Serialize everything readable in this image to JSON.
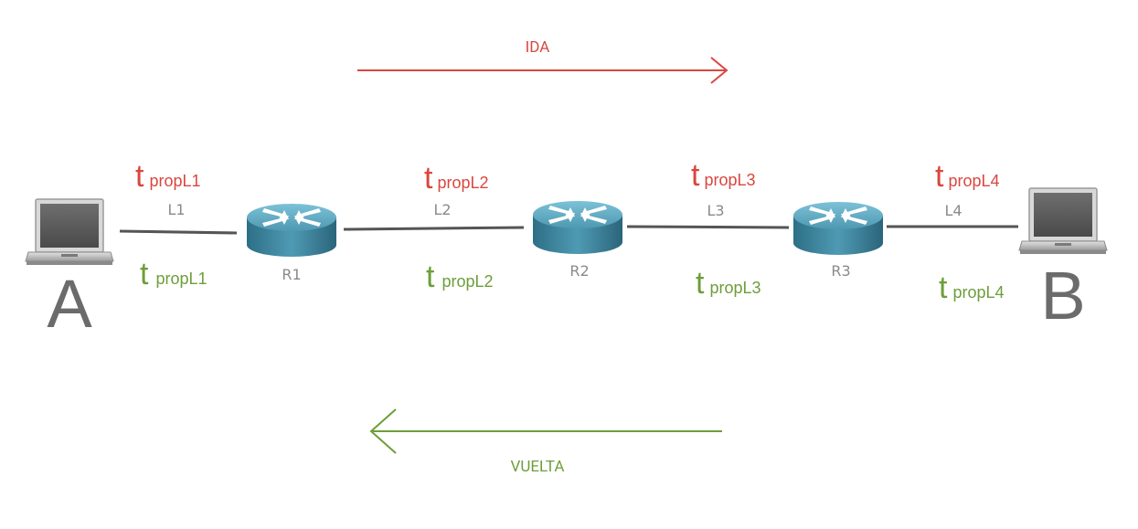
{
  "arrows": {
    "forward_label": "IDA",
    "return_label": "VUELTA",
    "forward_color": "#d9473f",
    "return_color": "#6d9e3a"
  },
  "hosts": {
    "a_label": "A",
    "b_label": "B"
  },
  "routers": [
    {
      "label": "R1"
    },
    {
      "label": "R2"
    },
    {
      "label": "R3"
    }
  ],
  "links": [
    {
      "label": "L1",
      "t_forward": "t",
      "t_forward_sub": "propL1",
      "t_return": "t",
      "t_return_sub": "propL1"
    },
    {
      "label": "L2",
      "t_forward": "t",
      "t_forward_sub": "propL2",
      "t_return": "t",
      "t_return_sub": "propL2"
    },
    {
      "label": "L3",
      "t_forward": "t",
      "t_forward_sub": "propL3",
      "t_return": "t",
      "t_return_sub": "propL3"
    },
    {
      "label": "L4",
      "t_forward": "t",
      "t_forward_sub": "propL4",
      "t_return": "t",
      "t_return_sub": "propL4"
    }
  ],
  "icons": {
    "host": "laptop-icon",
    "router": "router-icon"
  }
}
